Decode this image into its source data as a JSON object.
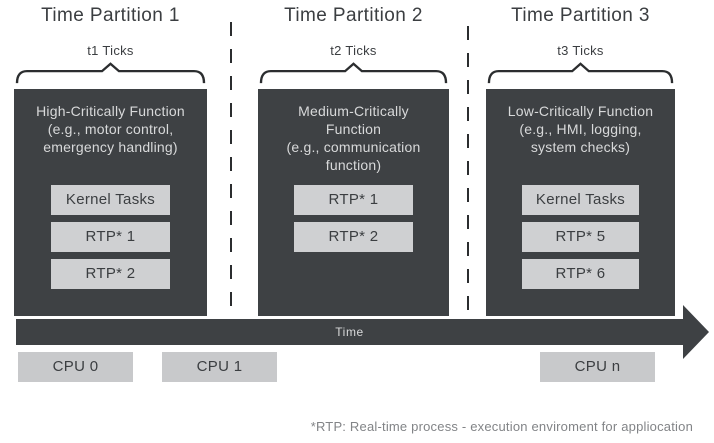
{
  "partitions": [
    {
      "title": "Time Partition 1",
      "ticks_label": "t1 Ticks",
      "function_lines": [
        "High-Critically Function",
        "(e.g., motor control,",
        "emergency handling)"
      ],
      "tasks": [
        "Kernel Tasks",
        "RTP* 1",
        "RTP* 2"
      ]
    },
    {
      "title": "Time Partition 2",
      "ticks_label": "t2 Ticks",
      "function_lines": [
        "Medium-Critically",
        "Function",
        "(e.g., communication",
        "function)"
      ],
      "tasks": [
        "RTP* 1",
        "RTP* 2"
      ]
    },
    {
      "title": "Time Partition 3",
      "ticks_label": "t3 Ticks",
      "function_lines": [
        "Low-Critically Function",
        "(e.g., HMI, logging,",
        "system checks)"
      ],
      "tasks": [
        "Kernel Tasks",
        "RTP* 5",
        "RTP* 6"
      ]
    }
  ],
  "timeline": {
    "label": "Time"
  },
  "cpus": [
    "CPU 0",
    "CPU 1",
    "CPU n"
  ],
  "footnote": "*RTP: Real-time process - execution enviroment for appliocation",
  "colors": {
    "box_dark": "#3e4144",
    "task_light": "#cfd0d2",
    "cpu_light": "#c8c9cb",
    "text_dark": "#3b3e41",
    "text_light": "#d8d9da"
  }
}
